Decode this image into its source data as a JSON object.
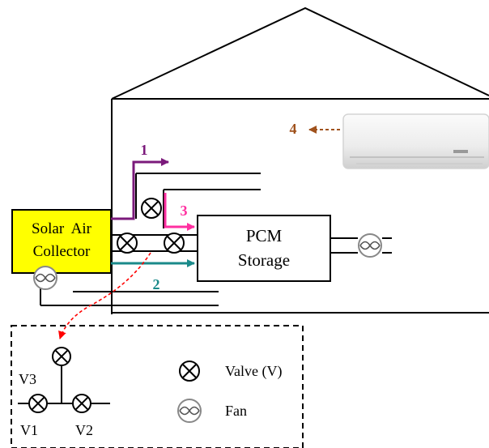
{
  "collector": {
    "line1": "Solar  Air",
    "line2": "Collector",
    "fill": "#ffff00"
  },
  "storage": {
    "line1": "PCM",
    "line2": "Storage"
  },
  "flows": [
    {
      "label": "1",
      "color": "#7b1a7b"
    },
    {
      "label": "2",
      "color": "#1a8a8a"
    },
    {
      "label": "3",
      "color": "#ff2fa0"
    },
    {
      "label": "4",
      "color": "#a0521d"
    }
  ],
  "detail_connector_color": "#ff0000",
  "legend": {
    "valve_label": "Valve (V)",
    "fan_label": "Fan",
    "v1": "V1",
    "v2": "V2",
    "v3": "V3"
  }
}
